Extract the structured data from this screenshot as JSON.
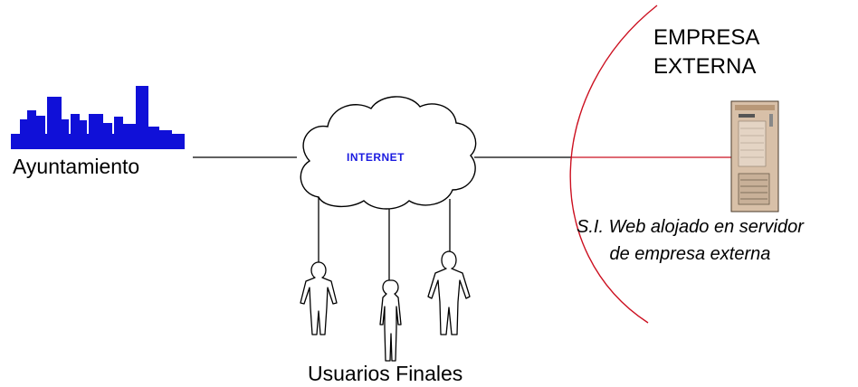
{
  "nodes": {
    "city": {
      "label": "Ayuntamiento",
      "color": "#1010d8",
      "icon": "city-skyline-icon"
    },
    "cloud": {
      "label": "INTERNET",
      "color": "#1a1ae0",
      "icon": "cloud-icon"
    },
    "company": {
      "label_line1": "EMPRESA",
      "label_line2": "EXTERNA",
      "boundary_color": "#cc1020"
    },
    "server": {
      "label_line1": "S.I. Web alojado en servidor",
      "label_line2": "de empresa externa",
      "icon": "server-tower-icon",
      "color": "#c8a888"
    },
    "users": {
      "label": "Usuarios Finales",
      "icon": "person-icon",
      "count": 3
    }
  }
}
